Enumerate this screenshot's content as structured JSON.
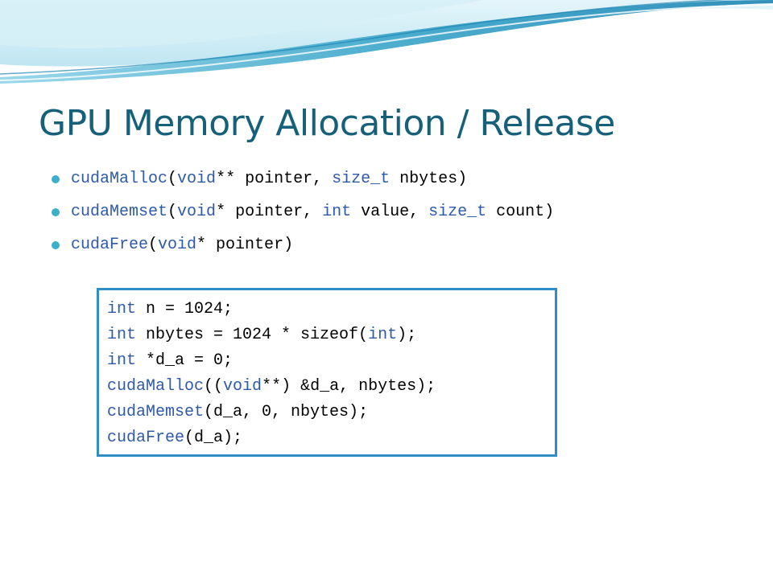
{
  "slide": {
    "title": "GPU Memory Allocation / Release",
    "colors": {
      "title": "#17607a",
      "bullet": "#3bb1c9",
      "keyword": "#2e5aa8",
      "code_border": "#2e8fc6",
      "wave_dark": "#3aa5c9",
      "wave_light": "#bfe6f2"
    },
    "bullets": [
      {
        "segments": [
          {
            "text": "cudaMalloc",
            "kw": true
          },
          {
            "text": "(",
            "kw": false
          },
          {
            "text": "void",
            "kw": true
          },
          {
            "text": "** pointer, ",
            "kw": false
          },
          {
            "text": "size_t",
            "kw": true
          },
          {
            "text": " nbytes)",
            "kw": false
          }
        ]
      },
      {
        "segments": [
          {
            "text": "cudaMemset",
            "kw": true
          },
          {
            "text": "(",
            "kw": false
          },
          {
            "text": "void",
            "kw": true
          },
          {
            "text": "* pointer, ",
            "kw": false
          },
          {
            "text": "int",
            "kw": true
          },
          {
            "text": " value, ",
            "kw": false
          },
          {
            "text": "size_t",
            "kw": true
          },
          {
            "text": " count)",
            "kw": false
          }
        ]
      },
      {
        "segments": [
          {
            "text": "cudaFree",
            "kw": true
          },
          {
            "text": "(",
            "kw": false
          },
          {
            "text": "void",
            "kw": true
          },
          {
            "text": "* pointer)",
            "kw": false
          }
        ]
      }
    ],
    "code": [
      {
        "segments": [
          {
            "text": "int",
            "kw": true
          },
          {
            "text": " n = 1024;",
            "kw": false
          }
        ]
      },
      {
        "segments": [
          {
            "text": "int",
            "kw": true
          },
          {
            "text": " nbytes = 1024 * sizeof(",
            "kw": false
          },
          {
            "text": "int",
            "kw": true
          },
          {
            "text": ");",
            "kw": false
          }
        ]
      },
      {
        "segments": [
          {
            "text": "int",
            "kw": true
          },
          {
            "text": " *d_a = 0;",
            "kw": false
          }
        ]
      },
      {
        "segments": [
          {
            "text": "cudaMalloc",
            "kw": true
          },
          {
            "text": "((",
            "kw": false
          },
          {
            "text": "void",
            "kw": true
          },
          {
            "text": "**) &d_a, nbytes);",
            "kw": false
          }
        ]
      },
      {
        "segments": [
          {
            "text": "cudaMemset",
            "kw": true
          },
          {
            "text": "(d_a, 0, nbytes);",
            "kw": false
          }
        ]
      },
      {
        "segments": [
          {
            "text": "cudaFree",
            "kw": true
          },
          {
            "text": "(d_a);",
            "kw": false
          }
        ]
      }
    ]
  }
}
